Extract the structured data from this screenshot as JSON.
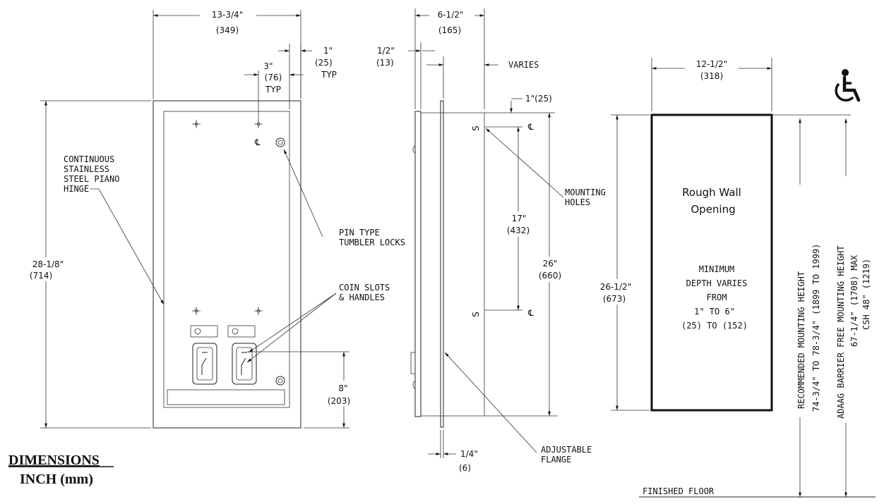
{
  "front": {
    "width_in": "13-3/4\"",
    "width_mm": "(349)",
    "right_gap_in": "1\"",
    "right_gap_mm": "(25)",
    "right_gap_typ": "TYP",
    "hole_offset_in": "3\"",
    "hole_offset_mm": "(76)",
    "hole_offset_typ": "TYP",
    "height_in": "28-1/8\"",
    "height_mm": "(714)",
    "lower_in": "8\"",
    "lower_mm": "(203)",
    "hinge_label": [
      "CONTINUOUS",
      "STAINLESS",
      "STEEL PIANO",
      "HINGE"
    ],
    "locks_label": [
      "PIN TYPE",
      "TUMBLER LOCKS"
    ],
    "coin_label": [
      "COIN SLOTS",
      "& HANDLES"
    ],
    "cl_mark": "℄"
  },
  "side": {
    "depth_in": "6-1/2\"",
    "depth_mm": "(165)",
    "flange_in": "1/2\"",
    "flange_mm": "(13)",
    "varies": "VARIES",
    "top_offset": "1\"(25)",
    "hole_spacing_in": "17\"",
    "hole_spacing_mm": "(432)",
    "height_in": "26\"",
    "height_mm": "(660)",
    "s_mark": "S",
    "cl_mark": "℄",
    "mounting_label": [
      "MOUNTING",
      "HOLES"
    ],
    "thickness_in": "1/4\"",
    "thickness_mm": "(6)",
    "adjustable_label": [
      "ADJUSTABLE",
      "FLANGE"
    ]
  },
  "opening": {
    "width_in": "12-1/2\"",
    "width_mm": "(318)",
    "height_in": "26-1/2\"",
    "height_mm": "(673)",
    "title": [
      "Rough Wall",
      "Opening"
    ],
    "depth_text": [
      "MINIMUM",
      "DEPTH VARIES",
      "FROM",
      "1\" TO 6\"",
      "(25) TO (152)"
    ],
    "recommended": [
      "RECOMMENDED MOUNTING HEIGHT",
      "74-3/4\" TO 78-3/4\" (1899 TO 1999)"
    ],
    "adaag": [
      "ADAAG BARRIER FREE MOUNTING HEIGHT",
      "67-1/4\" (1708) MAX",
      "CSH 48\" (1219)"
    ],
    "floor": "FINISHED FLOOR",
    "access_symbol": "♿"
  },
  "legend": {
    "title": "DIMENSIONS",
    "units": "INCH (mm)"
  }
}
